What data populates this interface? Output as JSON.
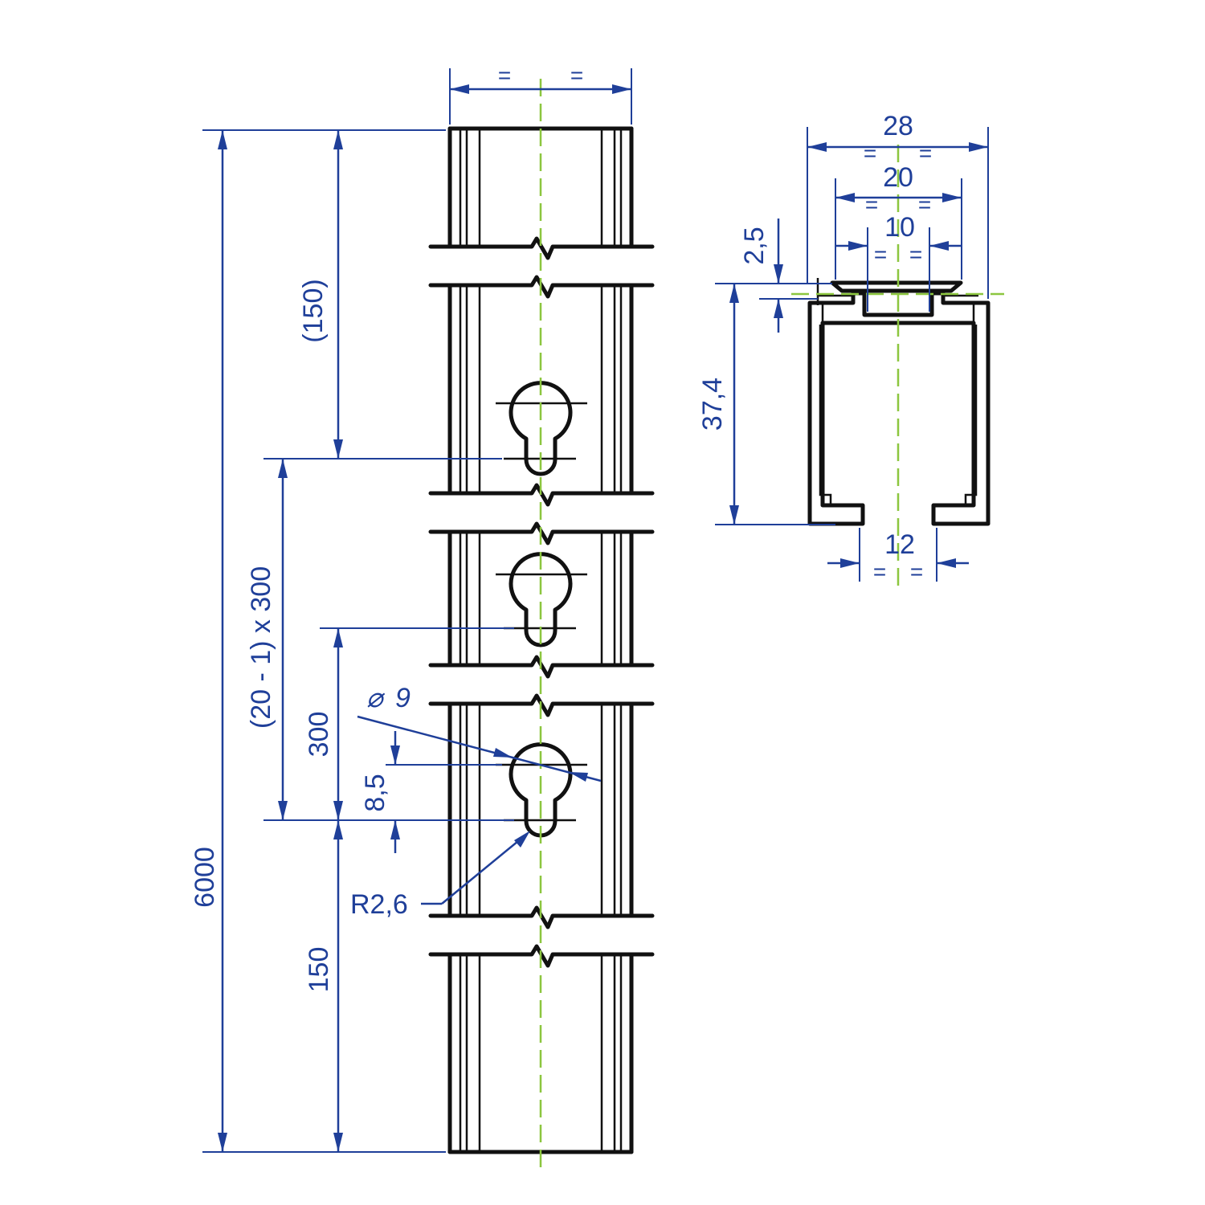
{
  "colors": {
    "dimension": "#1f3f99",
    "outline": "#111111",
    "centerline": "#8cc63f",
    "background": "#ffffff"
  },
  "side_view": {
    "overall_length": "6000",
    "first_hole_offset": "(150)",
    "hole_pattern": "(20 - 1) x 300",
    "hole_pitch": "300",
    "last_hole_offset": "150",
    "hole_length": "8,5",
    "hole_diameter_symbol": "⌀",
    "hole_diameter_value": "9",
    "slot_radius": "R2,6",
    "width_equal_left": "=",
    "width_equal_right": "="
  },
  "cross_section": {
    "overall_width": "28",
    "top_width": "20",
    "slot_opening": "10",
    "lip_thickness": "2,5",
    "height": "37,4",
    "bottom_opening": "12",
    "equal_sign": "="
  }
}
